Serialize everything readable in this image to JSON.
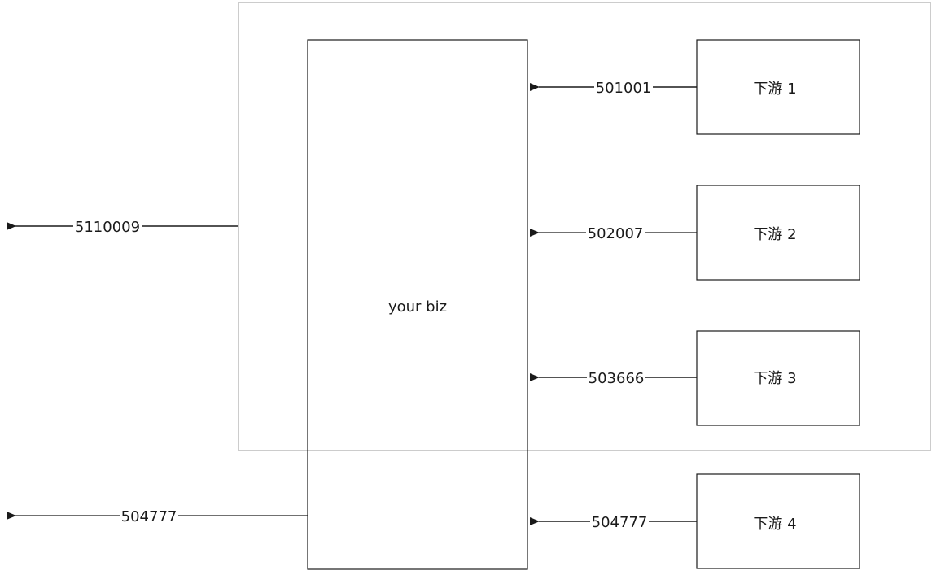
{
  "diagram": {
    "biz_label": "your biz",
    "downstreams": [
      {
        "label": "下游 1",
        "code": "501001"
      },
      {
        "label": "下游 2",
        "code": "502007"
      },
      {
        "label": "下游 3",
        "code": "503666"
      },
      {
        "label": "下游 4",
        "code": "504777"
      }
    ],
    "outputs": [
      {
        "code": "5110009"
      },
      {
        "code": "504777"
      }
    ],
    "colors": {
      "stroke": "#1a1a1a",
      "group_border": "#cccccc"
    }
  }
}
